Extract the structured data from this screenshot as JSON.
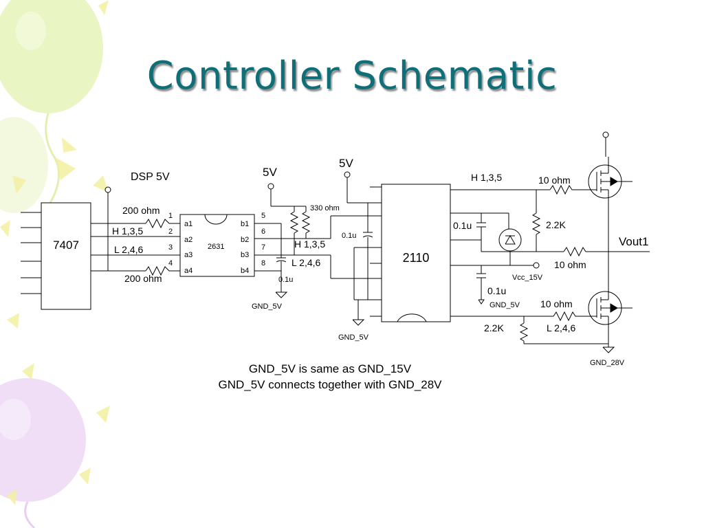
{
  "slide": {
    "title": "Controller Schematic",
    "notes": [
      "GND_5V is same as GND_15V",
      "GND_5V connects together with GND_28V"
    ]
  },
  "schematic": {
    "chip_7407": "7407",
    "chip_2631": "2631",
    "chip_2110": "2110",
    "dsp_supply": "DSP 5V",
    "supply_5v_a": "5V",
    "supply_5v_b": "5V",
    "r_200_top": "200 ohm",
    "r_200_bottom": "200 ohm",
    "h_in": "H 1,3,5",
    "l_in": "L 2,4,6",
    "pin1": "1",
    "pin2": "2",
    "pin3": "3",
    "pin4": "4",
    "pin5": "5",
    "pin6": "6",
    "pin7": "7",
    "pin8": "8",
    "a1": "a1",
    "a2": "a2",
    "a3": "a3",
    "a4": "a4",
    "b1": "b1",
    "b2": "b2",
    "b3": "b3",
    "b4": "b4",
    "r_330": "330 ohm",
    "h_mid": "H 1,3,5",
    "l_mid": "L 2,4,6",
    "cap_01u_a": "0.1u",
    "cap_01u_b": "0.1u",
    "cap_01u_c": "0.1u",
    "cap_01u_d": "0.1u",
    "gnd_5v_a": "GND_5V",
    "gnd_5v_b": "GND_5V",
    "gnd_5v_c": "GND_5V",
    "h_out": "H 1,3,5",
    "l_out": "L 2,4,6",
    "r_10_top": "10 ohm",
    "r_10_mid": "10 ohm",
    "r_10_bot": "10 ohm",
    "r_22k_top": "2.2K",
    "r_22k_bot": "2.2K",
    "vcc": "Vcc_15V",
    "vout": "Vout1",
    "gnd_28v": "GND_28V"
  },
  "colors": {
    "title": "#0e6f78",
    "balloon_green": "#e3f2b4",
    "balloon_purple": "#ecd6f2",
    "rays": "#f2f0a0"
  }
}
